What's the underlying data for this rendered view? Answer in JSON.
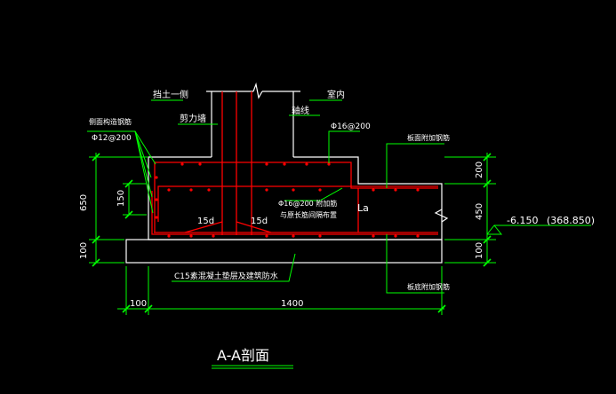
{
  "drawing": {
    "title": "A-A剖面",
    "colors": {
      "background": "#000000",
      "outline": "#ffffff",
      "rebar": "#ff0000",
      "dimension": "#00ff00",
      "text": "#ffffff",
      "leader": "#00ff00"
    },
    "labels": {
      "soil_side": "挡土一侧",
      "indoor": "室内",
      "shear_wall": "剪力墙",
      "wall_axis": "轴线",
      "side_rebar": "侧面构造钢筋",
      "side_rebar_spec": "Φ12@200",
      "top_bar_spec": "Φ16@200",
      "top_bar_note": "板面附加钢筋",
      "mid_bar_spec": "Φ16@200 附加筋",
      "mid_bar_note": "与原长筋间隔布置",
      "bottom_note": "板底附加钢筋",
      "cushion_note": "C15素混凝土垫层及建筑防水",
      "anchor_left": "15d",
      "anchor_right": "15d",
      "lap": "La",
      "elevation": "-6.150",
      "elevation_abs": "(368.850)"
    },
    "dimensions": {
      "left_650": "650",
      "left_150": "150",
      "left_100": "100",
      "right_200": "200",
      "right_450": "450",
      "right_100": "100",
      "bottom_100": "100",
      "bottom_1400": "1400"
    }
  }
}
